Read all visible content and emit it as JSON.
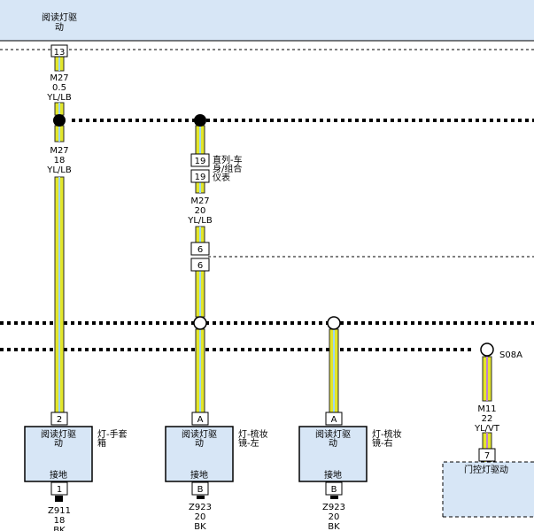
{
  "top_module": {
    "line1": "阅读灯驱",
    "line2": "动"
  },
  "wire_m27_top": {
    "pin": "13",
    "id": "M27",
    "gauge": "0.5",
    "color": "YL/LB"
  },
  "wire_m27_left": {
    "id": "M27",
    "gauge": "18",
    "color": "YL/LB"
  },
  "wire_m27_mid": {
    "pin_a": "19",
    "pin_b": "19",
    "conn_label1": "直列-车",
    "conn_label2": "身/组合",
    "conn_label3": "仪表",
    "id": "M27",
    "gauge": "20",
    "color": "YL/LB",
    "pin_c": "6",
    "pin_d": "6"
  },
  "splice": {
    "label": "S08A"
  },
  "wire_m11": {
    "id": "M11",
    "gauge": "22",
    "color": "YL/VT",
    "pin": "7"
  },
  "door_module": {
    "label": "门控灯驱动"
  },
  "lamp_glovebox": {
    "pin_top": "2",
    "line1": "阅读灯驱",
    "line2": "动",
    "ground": "接地",
    "name1": "灯-手套",
    "name2": "箱",
    "pin_bottom": "1",
    "wire_id": "Z911",
    "wire_gauge": "18",
    "wire_color": "BK"
  },
  "lamp_vanity_left": {
    "pin_top": "A",
    "line1": "阅读灯驱",
    "line2": "动",
    "ground": "接地",
    "name1": "灯-梳妆",
    "name2": "镜-左",
    "pin_bottom": "B",
    "wire_id": "Z923",
    "wire_gauge": "20",
    "wire_color": "BK"
  },
  "lamp_vanity_right": {
    "pin_top": "A",
    "line1": "阅读灯驱",
    "line2": "动",
    "ground": "接地",
    "name1": "灯-梳妆",
    "name2": "镜-右",
    "pin_bottom": "B",
    "wire_id": "Z923",
    "wire_gauge": "20",
    "wire_color": "BK"
  },
  "colors": {
    "wire_yellow": "#e3e62a",
    "wire_lightblue": "#9fd6f0",
    "wire_violet": "#c080d0",
    "module_fill": "#d7e6f6",
    "wire_outline": "#2a2a2a"
  }
}
